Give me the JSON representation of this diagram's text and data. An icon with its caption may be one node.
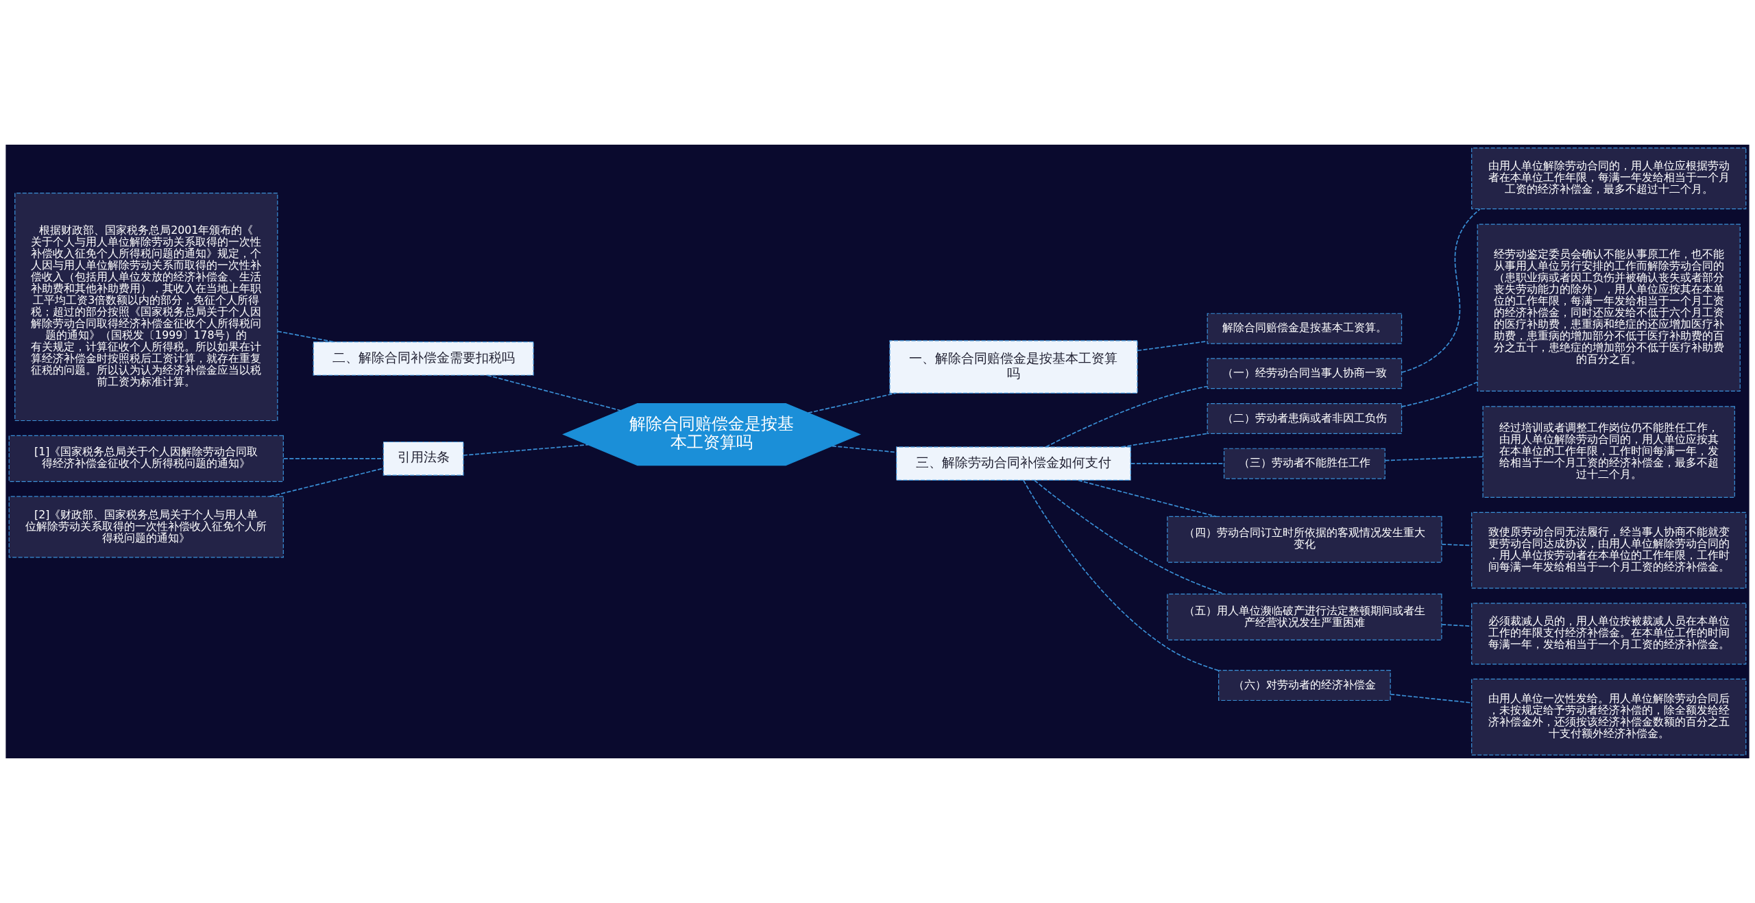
{
  "diagram": {
    "nodes": [
      {
        "text": [
          "解除合同赔偿金是按基本工资算吗"
        ]
      },
      {
        "text": [
          "一、解除合同赔偿金是按基本工资算吗"
        ]
      },
      {
        "text": [
          "解除合同赔偿金是按基本工资算。"
        ]
      },
      {
        "text": [
          "二、解除合同补偿金需要扣税吗"
        ]
      },
      {
        "text": [
          "根据财政部、国家税务总局2001年颁布的《关于个人与用人单位解除劳动关系取得的一次性补偿收入征免个人所得税问题的通知》规定，个人因与用人单位解除劳动关系而取得的一次性补偿收入（包括用人单位发放的经济补偿金、生活补助费和其他补助费用），其收入在当地上年职工平均工资3倍数额以内的部分，免征个人所得税；超过的部分按照《国家税务总局关于个人因解除劳动合同取得经济补偿金征收个人所得税问题的通知》（国税发〔1999〕178号）的有关规定，计算征收个人所得税。所以如果在计算经济补偿金时按照税后工资计算，就存在重复征税的问题。所以认为认为经济补偿金应当以税前工资为标准计算。"
        ]
      },
      {
        "text": [
          "引用法条"
        ]
      },
      {
        "text": [
          "[1]《国家税务总局关于个人因解除劳动合同取得经济补偿金征收个人所得税问题的通知》"
        ]
      },
      {
        "text": [
          "[2]《财政部、国家税务总局关于个人与用人单位解除劳动关系取得的一次性补偿收入征免个人所得税问题的通知》"
        ]
      },
      {
        "text": [
          "三、解除劳动合同补偿金如何支付"
        ]
      },
      {
        "text": [
          "（一）经劳动合同当事人协商一致"
        ]
      },
      {
        "text": [
          "由用人单位解除劳动合同的，用人单位应根据劳动者在本单位工作年限，每满一年发给相当于一个月工资的经济补偿金，最多不超过十二个月。"
        ]
      },
      {
        "text": [
          "（二）劳动者患病或者非因工负伤"
        ]
      },
      {
        "text": [
          "经劳动鉴定委员会确认不能从事原工作，也不能从事用人单位另行安排的工作而解除劳动合同的（患职业病或者因工负伤并被确认丧失或者部分丧失劳动能力的除外），用人单位应按其在本单位的工作年限，每满一年发给相当于一个月工资的经济补偿金，同时还应发给不低于六个月工资的医疗补助费，患重病和绝症的还应增加医疗补助费，患重病的增加部分不低于医疗补助费的百分之五十，患绝症的增加部分不低于医疗补助费的百分之百。"
        ]
      },
      {
        "text": [
          "（三）劳动者不能胜任工作"
        ]
      },
      {
        "text": [
          "经过培训或者调整工作岗位仍不能胜任工作，由用人单位解除劳动合同的，用人单位应按其在本单位的工作年限，工作时间每满一年，发给相当于一个月工资的经济补偿金，最多不超过十二个月。"
        ]
      },
      {
        "text": [
          "（四）劳动合同订立时所依据的客观情况发生重大变化"
        ]
      },
      {
        "text": [
          "致使原劳动合同无法履行，经当事人协商不能就变更劳动合同达成协议，由用人单位解除劳动合同的，用人单位按劳动者在本单位的工作年限，工作时间每满一年发给相当于一个月工资的经济补偿金。"
        ]
      },
      {
        "text": [
          "（五）用人单位濒临破产进行法定整顿期间或者生产经营状况发生严重困难"
        ]
      },
      {
        "text": [
          "必须裁减人员的，用人单位按被裁减人员在本单位工作的年限支付经济补偿金。在本单位工作的时间每满一年，发给相当于一个月工资的经济补偿金。"
        ]
      },
      {
        "text": [
          "（六）对劳动者的经济补偿金"
        ]
      },
      {
        "text": [
          "由用人单位一次性发给。用人单位解除劳动合同后，未按规定给予劳动者经济补偿的，除全额发给经济补偿金外，还须按该经济补偿金数额的百分之五十支付额外经济补偿金。"
        ]
      }
    ],
    "edges": [
      {
        "from": 0,
        "to": 1,
        "arrow": "none"
      },
      {
        "from": 1,
        "to": 2,
        "arrow": "none"
      },
      {
        "from": 4,
        "to": 3,
        "arrow": "none"
      },
      {
        "from": 3,
        "to": 0,
        "arrow": "none"
      },
      {
        "from": 6,
        "to": 5,
        "arrow": "none"
      },
      {
        "from": 7,
        "to": 5,
        "arrow": "none"
      },
      {
        "from": 5,
        "to": 0,
        "arrow": "none"
      },
      {
        "from": 0,
        "to": 8,
        "arrow": "none"
      },
      {
        "from": 8,
        "to": 9,
        "arrow": "none"
      },
      {
        "from": 9,
        "to": 10,
        "arrow": "none"
      },
      {
        "from": 8,
        "to": 11,
        "arrow": "none"
      },
      {
        "from": 11,
        "to": 12,
        "arrow": "none"
      },
      {
        "from": 8,
        "to": 13,
        "arrow": "none"
      },
      {
        "from": 13,
        "to": 14,
        "arrow": "none"
      },
      {
        "from": 8,
        "to": 15,
        "arrow": "none"
      },
      {
        "from": 15,
        "to": 16,
        "arrow": "none"
      },
      {
        "from": 8,
        "to": 17,
        "arrow": "none"
      },
      {
        "from": 17,
        "to": 18,
        "arrow": "none"
      },
      {
        "from": 8,
        "to": 19,
        "arrow": "none"
      },
      {
        "from": 19,
        "to": 20,
        "arrow": "none"
      }
    ]
  }
}
